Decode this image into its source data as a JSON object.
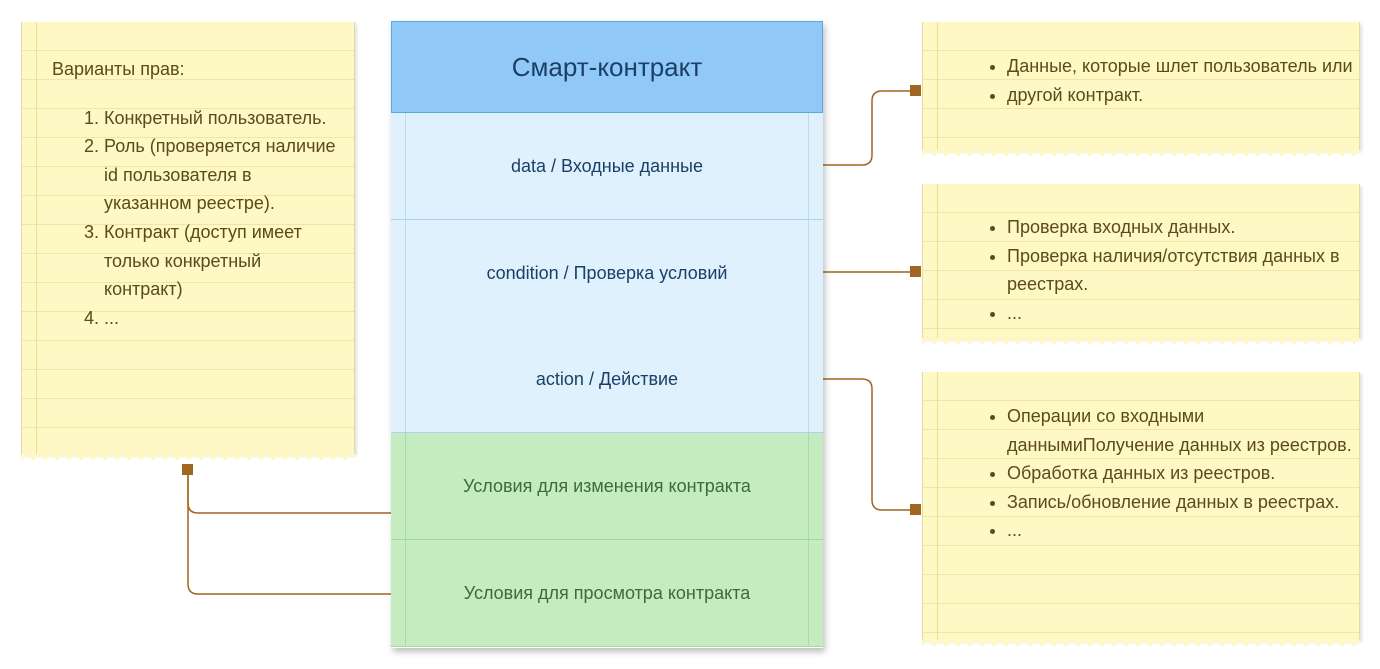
{
  "rights_note": {
    "title": "Варианты прав:",
    "items": [
      "Конкретный пользователь.",
      "Роль (проверяется наличие id пользователя в указанном реестре).",
      "Контракт (доступ имеет только конкретный контракт)",
      "..."
    ]
  },
  "contract": {
    "title": "Смарт-контракт",
    "sections": [
      "data / Входные данные",
      "condition / Проверка условий",
      "action / Действие",
      "Условия для изменения контракта",
      "Условия для просмотра контракта"
    ]
  },
  "data_note": {
    "items": [
      "Данные, которые шлет пользователь или",
      "другой контракт."
    ]
  },
  "condition_note": {
    "items": [
      "Проверка входных данных.",
      "Проверка наличия/отсутствия данных в реестрах.",
      "..."
    ]
  },
  "action_note": {
    "items": [
      "Операции со входными даннымиПолучение данных из реестров.",
      "Обработка данных из реестров.",
      "Запись/обновление данных в реестрах.",
      "..."
    ]
  },
  "colors": {
    "note_bg": "#fdf8c4",
    "header_blue": "#90c9f8",
    "section_blue": "#def1fc",
    "section_green": "#c4ecc0",
    "connector": "#a0651e"
  }
}
